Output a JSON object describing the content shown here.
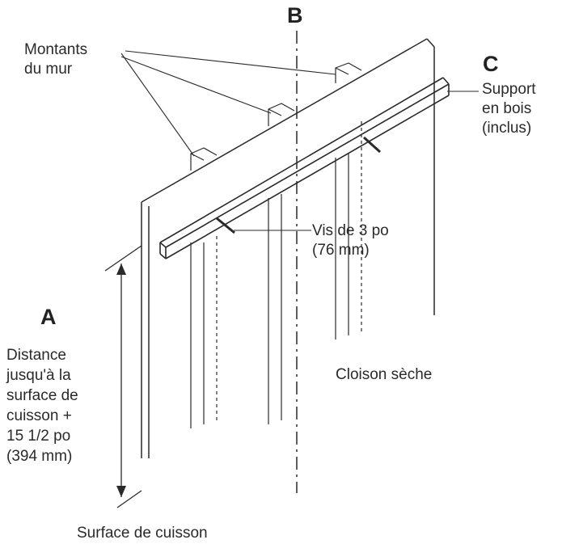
{
  "labels": {
    "a": "A",
    "b": "B",
    "c": "C",
    "studs": [
      "Montants",
      "du mur"
    ],
    "support": [
      "Support",
      "en bois",
      "(inclus)"
    ],
    "screw": [
      "Vis de 3 po",
      "(76 mm)"
    ],
    "drywall": "Cloison sèche",
    "distance": [
      "Distance",
      "jusqu'à la",
      "surface de",
      "cuisson +",
      "15 1/2 po",
      "(394 mm)"
    ],
    "cooking_surface": "Surface de cuisson"
  },
  "colors": {
    "line": "#2a2a2a",
    "text": "#2a2a2a"
  }
}
